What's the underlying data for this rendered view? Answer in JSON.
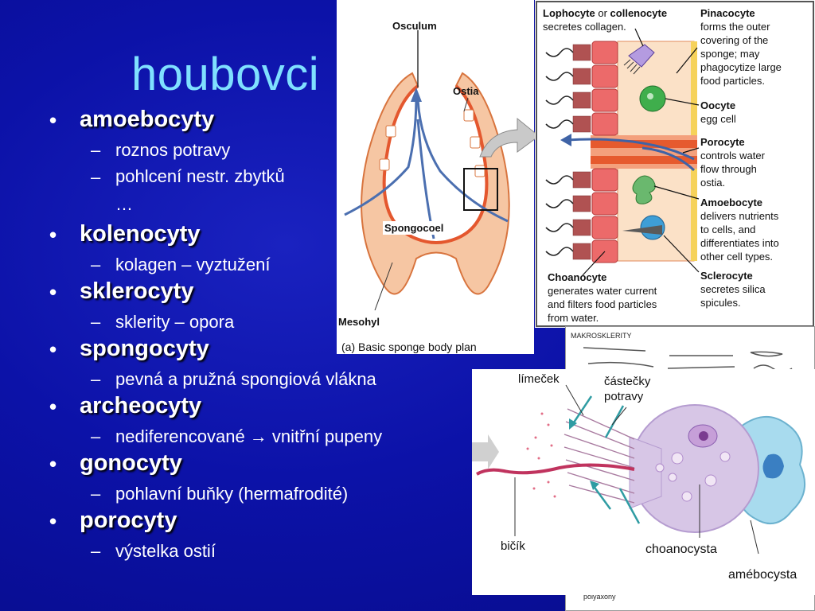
{
  "slide": {
    "title": "houbovci",
    "items": [
      {
        "heading": "amoebocyty",
        "subs": [
          "roznos potravy",
          "pohlcení nestr. zbytků …"
        ]
      },
      {
        "heading": "kolenocyty",
        "subs": [
          "kolagen – vyztužení"
        ]
      },
      {
        "heading": "sklerocyty",
        "subs": [
          "sklerity – opora"
        ]
      },
      {
        "heading": "spongocyty",
        "subs": [
          "pevná a pružná spongiová vlákna"
        ]
      },
      {
        "heading": "archeocyty",
        "subs": [
          "nediferencované → vnitřní pupeny"
        ]
      },
      {
        "heading": "gonocyty",
        "subs": [
          "pohlavní buňky (hermafrodité)"
        ]
      },
      {
        "heading": "porocyty",
        "subs": [
          "výstelka ostií"
        ]
      }
    ]
  },
  "figure_body_plan": {
    "osculum": "Osculum",
    "ostia": "Ostia",
    "spongocoel": "Spongocoel",
    "mesohyl": "Mesohyl",
    "caption": "(a) Basic sponge body plan"
  },
  "figure_cells": {
    "lophocyte_a": "Lophocyte",
    "lophocyte_or": "or",
    "lophocyte_b": "collenocyte",
    "lophocyte_desc": "secretes collagen.",
    "pinacocyte": "Pinacocyte",
    "pinacocyte_desc": [
      "forms the outer",
      "covering of the",
      "sponge; may",
      "phagocytize large",
      "food particles."
    ],
    "oocyte": "Oocyte",
    "oocyte_desc": [
      "egg cell"
    ],
    "porocyte": "Porocyte",
    "porocyte_desc": [
      "controls water",
      "flow through",
      "ostia."
    ],
    "amoebocyte": "Amoebocyte",
    "amoebocyte_desc": [
      "delivers nutrients",
      "to cells, and",
      "differentiates into",
      "other cell types."
    ],
    "sclerocyte": "Sclerocyte",
    "sclerocyte_desc": [
      "secretes silica",
      "spicules."
    ],
    "choanocyte": "Choanocyte",
    "choanocyte_desc": [
      "generates water current",
      "and filters food particles",
      "from water."
    ]
  },
  "figure_spicules": {
    "header": "MAKROSKLERITY",
    "footer": "polyaxony"
  },
  "figure_choano": {
    "limecek": "límeček",
    "castecky": [
      "částečky",
      "potravy"
    ],
    "bicik": "bičík",
    "choanocysta": "choanocysta",
    "amebocysta": "amébocysta"
  },
  "colors": {
    "background": "#0b0fa3",
    "title": "#7fe0ff",
    "text": "#ffffff"
  }
}
